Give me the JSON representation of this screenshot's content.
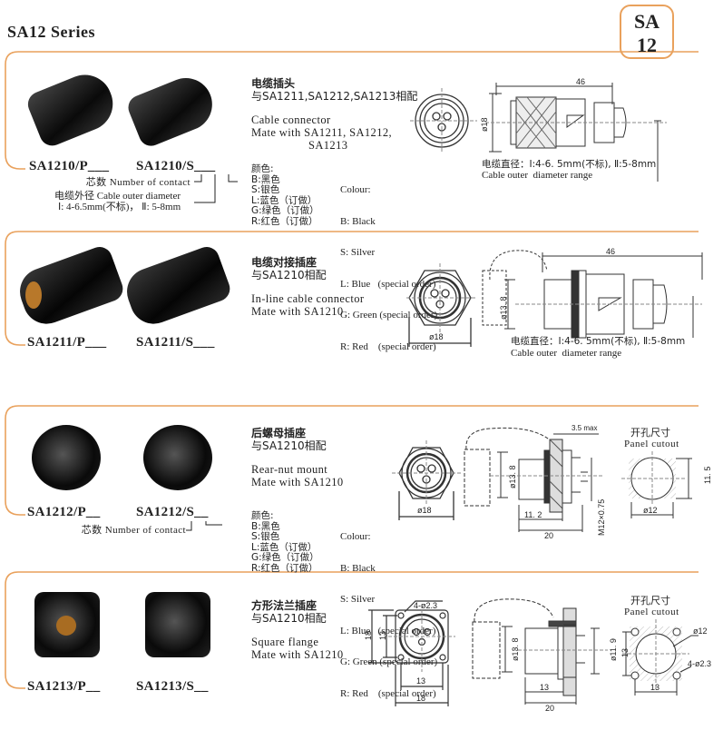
{
  "header": {
    "title": "SA12 Series",
    "badge_line1": "SA",
    "badge_line2": "12"
  },
  "colors": {
    "accent": "#e9a15c",
    "text": "#222222"
  },
  "legend": {
    "contacts": "芯数 Number of contact",
    "cable_cn": "电缆外径 Cable outer diameter",
    "cable_range": "Ⅰ: 4-6.5mm(不标)， Ⅱ: 5-8mm",
    "colour_cn_title": "颜色:",
    "colour_en_title": "Colour:",
    "colour_cn": [
      "B:黑色",
      "S:银色",
      "L:蓝色（订做）",
      "G:绿色（订做）",
      "R:红色（订做）"
    ],
    "colour_en": [
      "B: Black",
      "S: Silver",
      "L: Blue   (special order)",
      "G: Green (special order)",
      "R: Red    (special order)"
    ]
  },
  "sections": [
    {
      "title_cn": "电缆插头",
      "mate_cn": "与SA1211,SA1212,SA1213相配",
      "desc_en": [
        "Cable connector",
        "Mate with  SA1211,  SA1212,",
        "SA1213"
      ],
      "part_p": "SA1210/P___",
      "part_s": "SA1210/S___",
      "dims": {
        "length": "46",
        "dia": "ø18"
      },
      "cable_note_cn": "电缆直径：Ⅰ:4-6. 5mm(不标), Ⅱ:5-8mm",
      "cable_note_en": "Cable outer  diameter range"
    },
    {
      "title_cn": "电缆对接插座",
      "mate_cn": "与SA1210相配",
      "desc_en": [
        "In-line cable connector",
        "Mate with  SA1210"
      ],
      "part_p": "SA1211/P___",
      "part_s": "SA1211/S___",
      "dims": {
        "length": "46",
        "dia": "ø13. 8",
        "front_dia": "ø18"
      },
      "cable_note_cn": "电缆直径：Ⅰ:4-6. 5mm(不标), Ⅱ:5-8mm",
      "cable_note_en": "Cable outer  diameter range"
    },
    {
      "title_cn": "后螺母插座",
      "mate_cn": "与SA1210相配",
      "desc_en": [
        "Rear-nut mount",
        "Mate with  SA1210"
      ],
      "part_p": "SA1212/P__",
      "part_s": "SA1212/S__",
      "dims": {
        "front_dia": "ø18",
        "dia": "ø13. 8",
        "panel_max": "3.5 max",
        "d1": "11. 2",
        "d2": "20",
        "thread": "M12×0.75",
        "cut_h": "11. 5",
        "cut_d": "ø12"
      },
      "cutout_cn": "开孔尺寸",
      "cutout_en": "Panel cutout"
    },
    {
      "title_cn": "方形法兰插座",
      "mate_cn": "与SA1210相配",
      "desc_en": [
        "Square flange",
        "Mate with  SA1210"
      ],
      "part_p": "SA1213/P__",
      "part_s": "SA1213/S__",
      "dims": {
        "holes": "4-ø2.3",
        "outer": "18",
        "pitch": "13",
        "dia": "ø13. 8",
        "dia2": "ø11. 9",
        "d1": "13",
        "d2": "20",
        "cut_d": "ø12",
        "cut_pitch": "13",
        "cut_holes": "4-ø2.3"
      },
      "cutout_cn": "开孔尺寸",
      "cutout_en": "Panel cutout"
    }
  ]
}
